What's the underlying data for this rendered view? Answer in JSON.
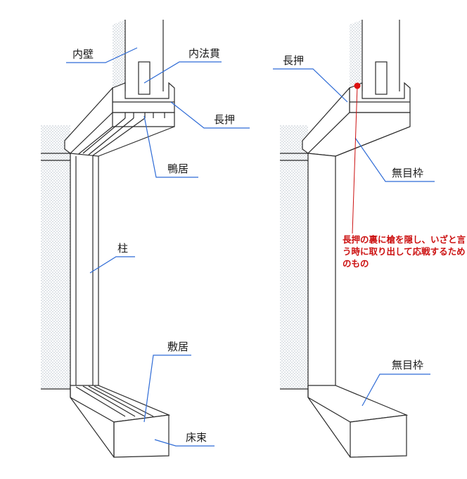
{
  "colors": {
    "line": "#2a2a2a",
    "leader": "#2e6bd6",
    "annotation": "#cc1111",
    "stipple": "#c4ccd4"
  },
  "left_diagram": {
    "inner_wall": "内壁",
    "inner_nuki": "内法貫",
    "nageshi": "長押",
    "kamoi": "鴨居",
    "pillar": "柱",
    "shikii": "敷居",
    "floor_beam": "床束"
  },
  "right_diagram": {
    "nageshi": "長押",
    "mumewaku_top": "無目枠",
    "mumewaku_bottom": "無目枠",
    "annotation": "長押の裏に槍を隠し、いざと言う時に取り出して応戦するためのもの"
  }
}
